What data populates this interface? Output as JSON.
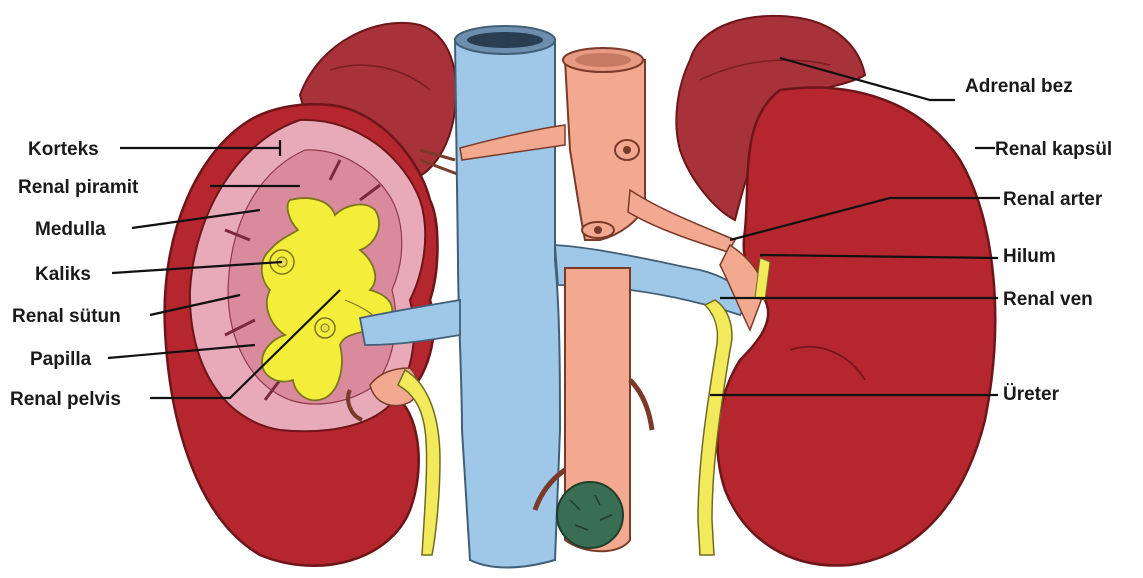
{
  "labels_left": {
    "korteks": "Korteks",
    "renal_piramit": "Renal piramit",
    "medulla": "Medulla",
    "kaliks": "Kaliks",
    "renal_sutun": "Renal sütun",
    "papilla": "Papilla",
    "renal_pelvis": "Renal pelvis"
  },
  "labels_right": {
    "adrenal_bez": "Adrenal bez",
    "renal_kapsul": "Renal kapsül",
    "renal_arter": "Renal arter",
    "hilum": "Hilum",
    "renal_ven": "Renal ven",
    "ureter": "Üreter"
  },
  "colors": {
    "kidney": "#b5262e",
    "kidney_dark": "#8e1a22",
    "adrenal": "#a8323a",
    "cortex_section": "#e8aab8",
    "medulla_section": "#d98a9c",
    "pelvis": "#f4ee3a",
    "vena_cava": "#9fc8e8",
    "aorta": "#f2a98f",
    "ureter": "#f2ea5a",
    "leader_line": "#111111"
  }
}
